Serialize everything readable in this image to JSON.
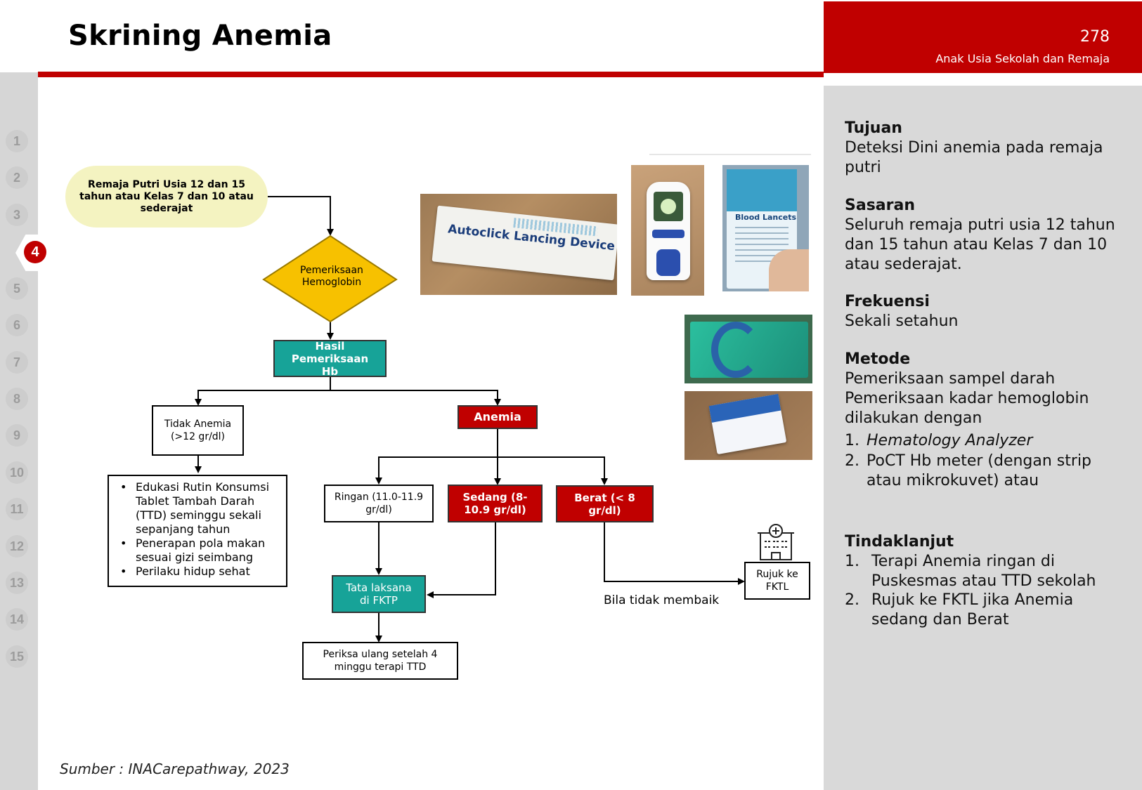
{
  "header": {
    "title": "Skrining Anemia",
    "page_number": "278",
    "subtitle": "Anak Usia Sekolah dan Remaja"
  },
  "nav": {
    "items": [
      "1",
      "2",
      "3",
      "4",
      "5",
      "6",
      "7",
      "8",
      "9",
      "10",
      "11",
      "12",
      "13",
      "14",
      "15"
    ],
    "active": "4"
  },
  "flow": {
    "start": "Remaja Putri Usia 12 dan 15 tahun atau Kelas 7 dan 10 atau sederajat",
    "decision": "Pemeriksaan Hemoglobin",
    "result": "Hasil Pemeriksaan Hb",
    "no_anemia": "Tidak Anemia (>12 gr/dl)",
    "anemia": "Anemia",
    "education": [
      "Edukasi Rutin Konsumsi Tablet Tambah Darah (TTD) seminggu sekali sepanjang tahun",
      "Penerapan pola makan sesuai gizi seimbang",
      "Perilaku hidup sehat"
    ],
    "mild": "Ringan (11.0-11.9 gr/dl)",
    "moderate": "Sedang (8-10.9 gr/dl)",
    "severe": "Berat (< 8 gr/dl)",
    "treatment": "Tata laksana di FKTP",
    "recheck": "Periksa ulang setelah 4 minggu terapi TTD",
    "refer": "Rujuk ke FKTL",
    "if_not_better": "Bila tidak membaik"
  },
  "photos": {
    "lancing_device": "Autoclick Lancing Device",
    "blood_lancets": "Blood Lancets"
  },
  "panel": {
    "tujuan_h": "Tujuan",
    "tujuan": "Deteksi Dini anemia pada remaja putri",
    "sasaran_h": "Sasaran",
    "sasaran": "Seluruh remaja putri usia 12 tahun dan 15 tahun atau Kelas 7 dan 10 atau sederajat.",
    "frekuensi_h": "Frekuensi",
    "frekuensi": "Sekali setahun",
    "metode_h": "Metode",
    "metode": "Pemeriksaan sampel darah Pemeriksaan kadar hemoglobin dilakukan dengan",
    "metode_items": [
      "Hematology Analyzer",
      "PoCT Hb meter (dengan strip atau mikrokuvet) atau"
    ],
    "tindak_h": "Tindaklanjut",
    "tindak_items": [
      "Terapi Anemia ringan di Puskesmas  atau TTD sekolah",
      "Rujuk ke FKTL jika Anemia sedang dan Berat"
    ]
  },
  "source": "Sumber : INACarepathway, 2023",
  "colors": {
    "brand_red": "#c00000",
    "teal": "#17a398",
    "diamond_yellow": "#f7c100",
    "oval_yellow": "#f4f3c1",
    "panel_gray": "#d9d9d9"
  }
}
